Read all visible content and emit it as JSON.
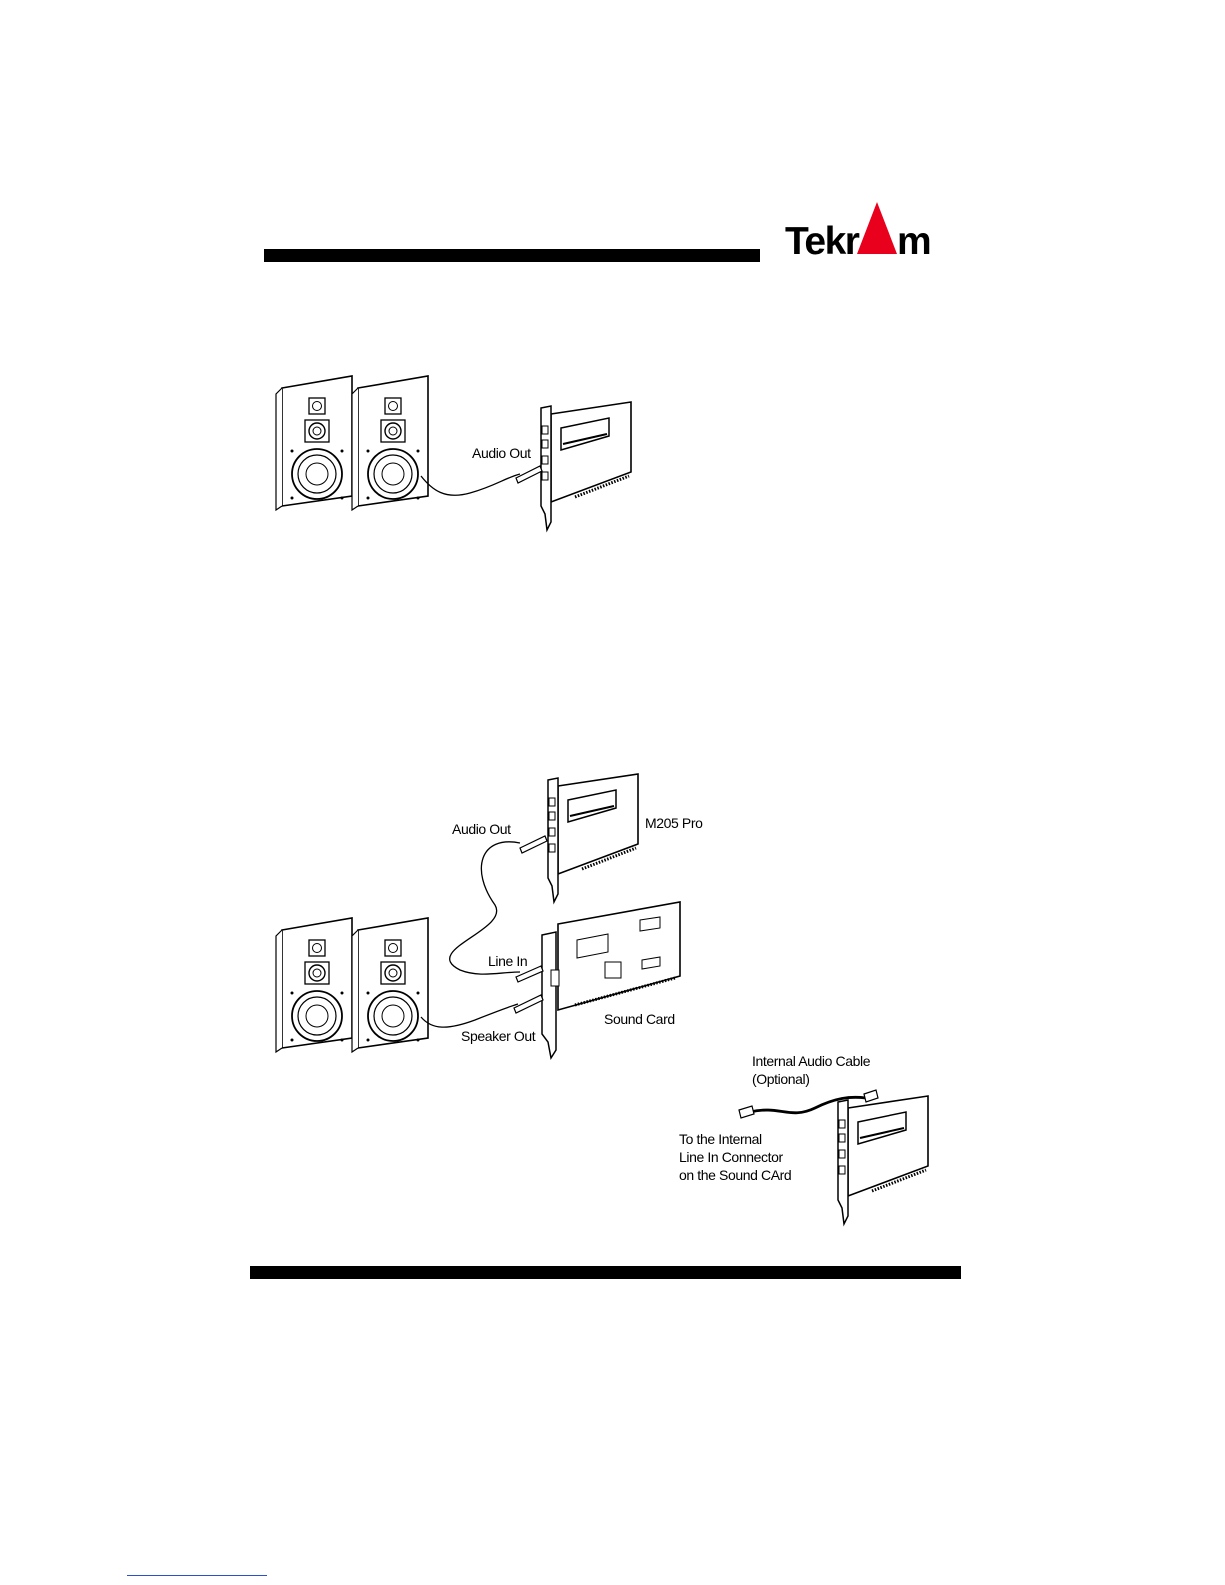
{
  "brand": {
    "name_prefix": "Tekr",
    "name_suffix": "m",
    "accent": "#e8001c"
  },
  "figure1": {
    "audio_out_label": "Audio Out"
  },
  "figure2": {
    "audio_out_label": "Audio Out",
    "card_label": "M205 Pro",
    "line_in_label": "Line In",
    "sound_card_label": "Sound Card",
    "speaker_out_label": "Speaker Out"
  },
  "figure3": {
    "cable_label_1": "Internal Audio Cable",
    "cable_label_2": "(Optional)",
    "dest_label_1": "To the Internal",
    "dest_label_2": "Line In Connector",
    "dest_label_3": "on the Sound CArd"
  }
}
